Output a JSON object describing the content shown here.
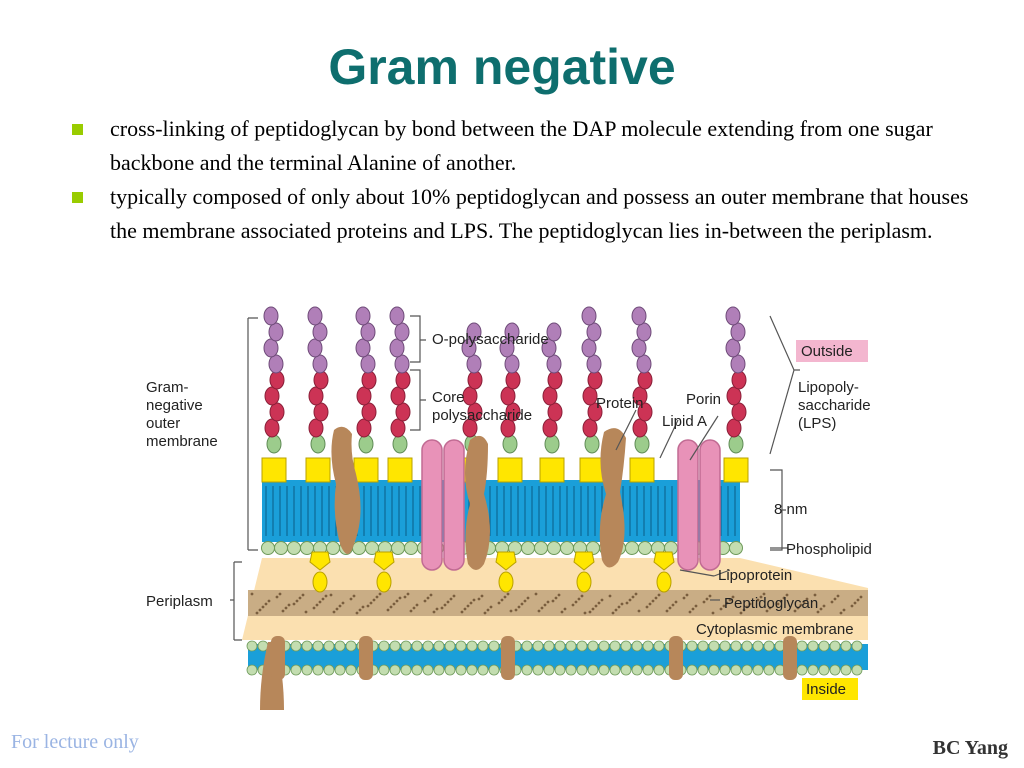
{
  "slide": {
    "title": "Gram negative",
    "bullets": [
      "cross-linking of peptidoglycan by bond between the DAP molecule extending from one sugar backbone and the terminal Alanine of another.",
      "typically composed of only about 10% peptidoglycan and possess an outer membrane that houses the membrane associated proteins and LPS. The peptidoglycan lies in-between the periplasm."
    ],
    "footer_left": "For lecture only",
    "footer_right": "BC Yang"
  },
  "diagram": {
    "labels": {
      "o_polysaccharide": "O-polysaccharide",
      "core_line1": "Core",
      "core_line2": "polysaccharide",
      "protein": "Protein",
      "porin": "Porin",
      "lipid_a": "Lipid A",
      "outside": "Outside",
      "lps_line1": "Lipopoly-",
      "lps_line2": "saccharide",
      "lps_line3": "(LPS)",
      "outer_line1": "Gram-",
      "outer_line2": "negative",
      "outer_line3": "outer",
      "outer_line4": "membrane",
      "thickness": "8 nm",
      "phospholipid": "Phospholipid",
      "lipoprotein": "Lipoprotein",
      "periplasm": "Periplasm",
      "peptidoglycan": "Peptidoglycan",
      "cytoplasmic_membrane": "Cytoplasmic membrane",
      "inside": "Inside"
    },
    "colors": {
      "title": "#0e6e6e",
      "bullet": "#99cc00",
      "membrane_blue": "#1a9fd9",
      "phospholipid_head": "#c3ddb0",
      "lipid_a_yellow": "#ffe600",
      "sugar_red": "#cc3355",
      "sugar_purple": "#b07fb8",
      "sugar_green": "#9ccc8c",
      "protein_brown": "#b7875a",
      "porin_pink": "#e892b8",
      "periplasm": "#fbe0b0",
      "peptidoglycan": "#c9ad85",
      "outside_box": "#f3b6cf",
      "inside_box": "#ffe600"
    }
  }
}
